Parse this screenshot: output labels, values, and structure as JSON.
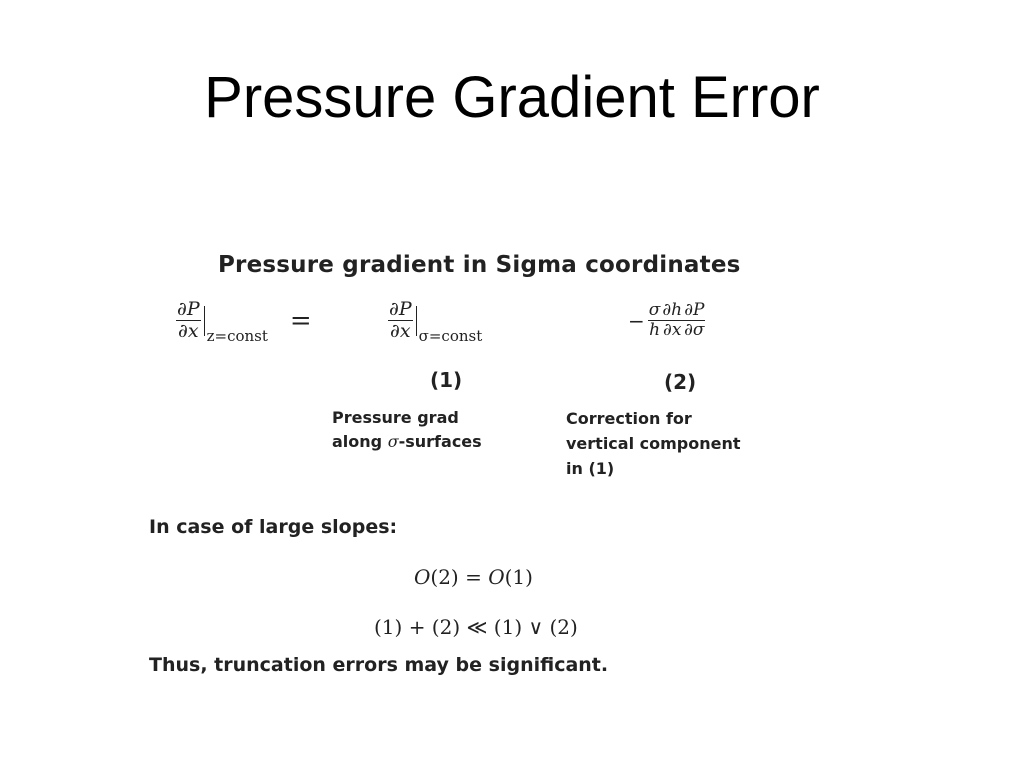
{
  "slide": {
    "title": "Pressure Gradient Error"
  },
  "content": {
    "heading": "Pressure gradient in Sigma coordinates",
    "equation": {
      "lhs_num": "∂P",
      "lhs_den": "∂x",
      "lhs_sub": "z=const",
      "equals": "=",
      "t1_num": "∂P",
      "t1_den": "∂x",
      "t1_sub": "σ=const",
      "t2_minus": "−",
      "t2_f1_num": "σ",
      "t2_f1_den": "h",
      "t2_f2_num": "∂h",
      "t2_f2_den": "∂x",
      "t2_f3_num": "∂P",
      "t2_f3_den": "∂σ"
    },
    "label_1": "(1)",
    "label_2": "(2)",
    "note_1": {
      "line1": "Pressure grad",
      "line2_prefix": "along ",
      "line2_symbol": "σ",
      "line2_suffix": "-surfaces"
    },
    "note_2": {
      "line1": "Correction for",
      "line2": "vertical component",
      "line3": "in (1)"
    },
    "large_slopes": "In case of large slopes:",
    "order_eq": {
      "o1": "O",
      "a1": "(2) = ",
      "o2": "O",
      "a2": "(1)"
    },
    "sum_eq": "(1) + (2) ≪ (1) ∨ (2)",
    "truncation": "Thus, truncation errors may be significant."
  }
}
